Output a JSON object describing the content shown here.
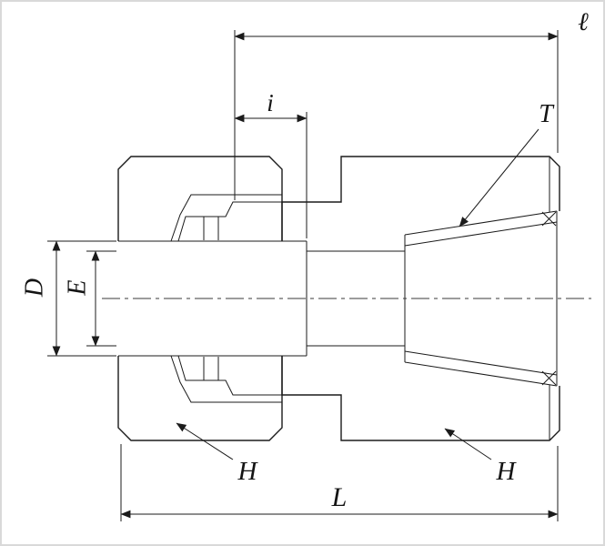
{
  "drawing": {
    "labels": {
      "length_ell": "ℓ",
      "insertion_depth": "i",
      "thread": "T",
      "tube_od": "D",
      "bore": "E",
      "hex_nut": "H",
      "hex_body": "H",
      "length_overall": "L"
    },
    "colors": {
      "background": "#ffffff",
      "nut_fill": "#a6a6a6",
      "body_fill": "#d8d8d8",
      "outline": "#1b1b1b",
      "centerline": "#3a3a3a",
      "border": "#d9d9d9"
    }
  }
}
